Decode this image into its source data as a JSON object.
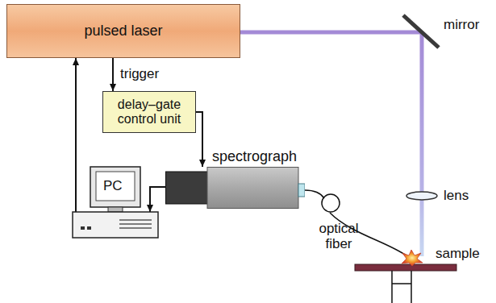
{
  "diagram": {
    "nodes": [
      {
        "text": [
          "pulsed laser"
        ]
      },
      {
        "text": [
          "delay–gate control unit"
        ]
      },
      {
        "text": [
          "spectrograph"
        ]
      },
      {
        "text": [
          "PC"
        ]
      }
    ],
    "edges": [
      {
        "from": 0,
        "to": 1,
        "arrow": "to",
        "label": "trigger"
      },
      {
        "from": 1,
        "to": 2,
        "arrow": "to"
      },
      {
        "from": 2,
        "to": 3,
        "arrow": "to"
      },
      {
        "from": 3,
        "to": 0,
        "arrow": "to"
      }
    ],
    "labels": [
      "mirror",
      "lens",
      "optical fiber",
      "sample"
    ]
  }
}
